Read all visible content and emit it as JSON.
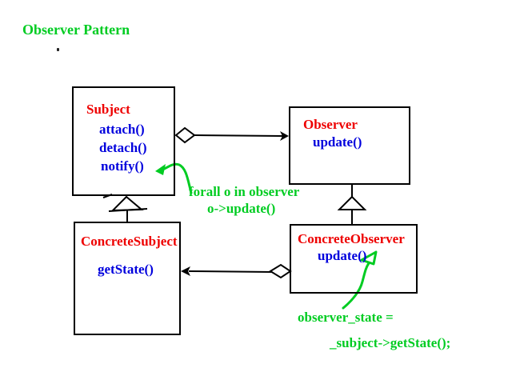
{
  "page_title": "Observer Pattern",
  "colors": {
    "title_green": "#00cc22",
    "class_name_red": "#ee0000",
    "method_blue": "#0000dd",
    "annotation_green": "#00cc22",
    "line_black": "#000000"
  },
  "classes": {
    "subject": {
      "name": "Subject",
      "methods": [
        "attach()",
        "detach()",
        "notify()"
      ]
    },
    "observer": {
      "name": "Observer",
      "methods": [
        "update()"
      ]
    },
    "concrete_subject": {
      "name": "ConcreteSubject",
      "methods": [
        "getState()"
      ]
    },
    "concrete_observer": {
      "name": "ConcreteObserver",
      "methods": [
        "update()"
      ]
    }
  },
  "annotations": {
    "notify_note": {
      "line1": "forall o in observer",
      "line2": "o->update()"
    },
    "update_note": {
      "line1": "observer_state =",
      "line2": "_subject->getState();"
    }
  },
  "stray_mark": "."
}
